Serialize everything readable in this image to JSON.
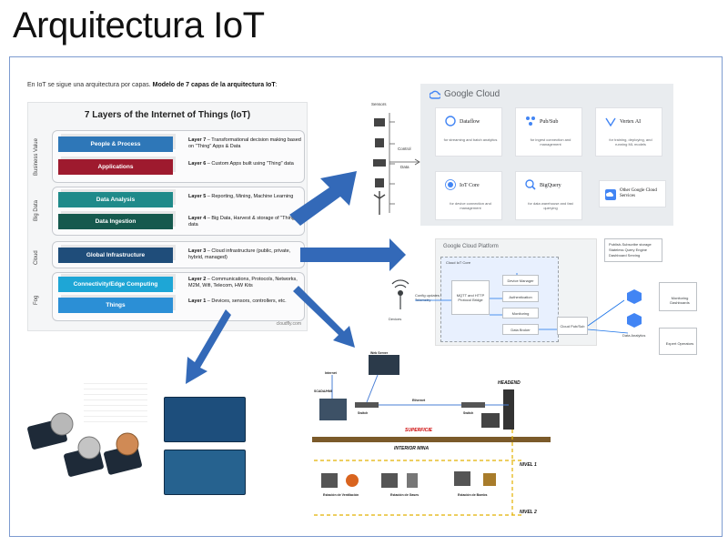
{
  "slide": {
    "title": "Arquitectura IoT"
  },
  "intro": {
    "text": "En IoT se sigue una arquitectura por capas. ",
    "bold": "Modelo de 7 capas de la arquitectura IoT",
    "tail": ":"
  },
  "layers": {
    "title": "7 Layers of the Internet of Things (IoT)",
    "groups": [
      {
        "label": "Business Value"
      },
      {
        "label": "Big Data"
      },
      {
        "label": "Cloud"
      },
      {
        "label": "Fog"
      }
    ],
    "items": [
      {
        "name": "People & Process",
        "layer": "Layer 7",
        "desc": " – Transformational decision making based on \"Thing\" Apps & Data"
      },
      {
        "name": "Applications",
        "layer": "Layer 6",
        "desc": " – Custom Apps built using \"Thing\" data"
      },
      {
        "name": "Data Analysis",
        "layer": "Layer 5",
        "desc": " – Reporting, Mining, Machine Learning"
      },
      {
        "name": "Data Ingestion",
        "layer": "Layer 4",
        "desc": " – Big Data, Harvest & storage of \"Thing\" data"
      },
      {
        "name": "Global Infrastructure",
        "layer": "Layer 3",
        "desc": " – Cloud infrastructure (public, private, hybrid, managed)"
      },
      {
        "name": "Connectivity/Edge Computing",
        "layer": "Layer 2",
        "desc": " – Communications, Protocols, Networks, M2M, Wifi, Telecom, HW Kits"
      },
      {
        "name": "Things",
        "layer": "Layer 1",
        "desc": " – Devices, sensors, controllers, etc."
      }
    ],
    "credit": "cloudfly.com",
    "colors": {
      "blue": "#2e77b8",
      "red": "#9e1a2e",
      "teal": "#1f8a8a",
      "darkgreen": "#16594e",
      "navy": "#1f4d7a",
      "cyan": "#1ea6d6",
      "skyblue": "#2b8fd6"
    }
  },
  "google_cloud": {
    "title": "Google Cloud",
    "sensors": "Sensors",
    "control": "Control",
    "data": "Data",
    "services": [
      {
        "name": "Dataflow",
        "desc": "for streaming and batch analytics"
      },
      {
        "name": "Pub/Sub",
        "desc": "for ingest connection and management"
      },
      {
        "name": "Vertex AI",
        "desc": "for training, deploying, and running ML models"
      },
      {
        "name": "IoT Core",
        "desc": "for device connection and management"
      },
      {
        "name": "BigQuery",
        "desc": "for data warehouse and fast querying"
      },
      {
        "name": "Other Google Cloud Services",
        "desc": ""
      }
    ]
  },
  "gcp": {
    "title": "Google Cloud Platform",
    "iot_core": "Cloud IoT Core",
    "devices": "Devices",
    "bridge": "MQTT and HTTP Protocol Bridge",
    "device_manager": "Device Manager",
    "authentication": "Authentication",
    "monitoring": "Monitoring",
    "data_broker": "Data Broker",
    "pubsub": "Cloud Pub/Sub",
    "data_analytics": "Data Analytics",
    "notes": [
      "Publish-Subscribe storage",
      "Stateless Query Engine",
      "Dashboard Serving"
    ],
    "monitoring_dashboards": "Monitoring Dashboards",
    "expert_operators": "Expert Operators",
    "telemetry": "Config updates / Telemetry"
  },
  "mine": {
    "web_server": "Web Server",
    "internet": "Internet",
    "scada": "SCADA/HMI",
    "switch1": "Switch",
    "switch2": "Switch",
    "ethernet": "Ethernet",
    "headend": "HEADEND",
    "surface": "SUPERFICIE",
    "interior": "INTERIOR MINA",
    "level1": "NIVEL 1",
    "level2": "NIVEL 2",
    "stations": [
      "Estación de Ventilación",
      "Estación de Gases",
      "Estación de Bombs"
    ]
  }
}
